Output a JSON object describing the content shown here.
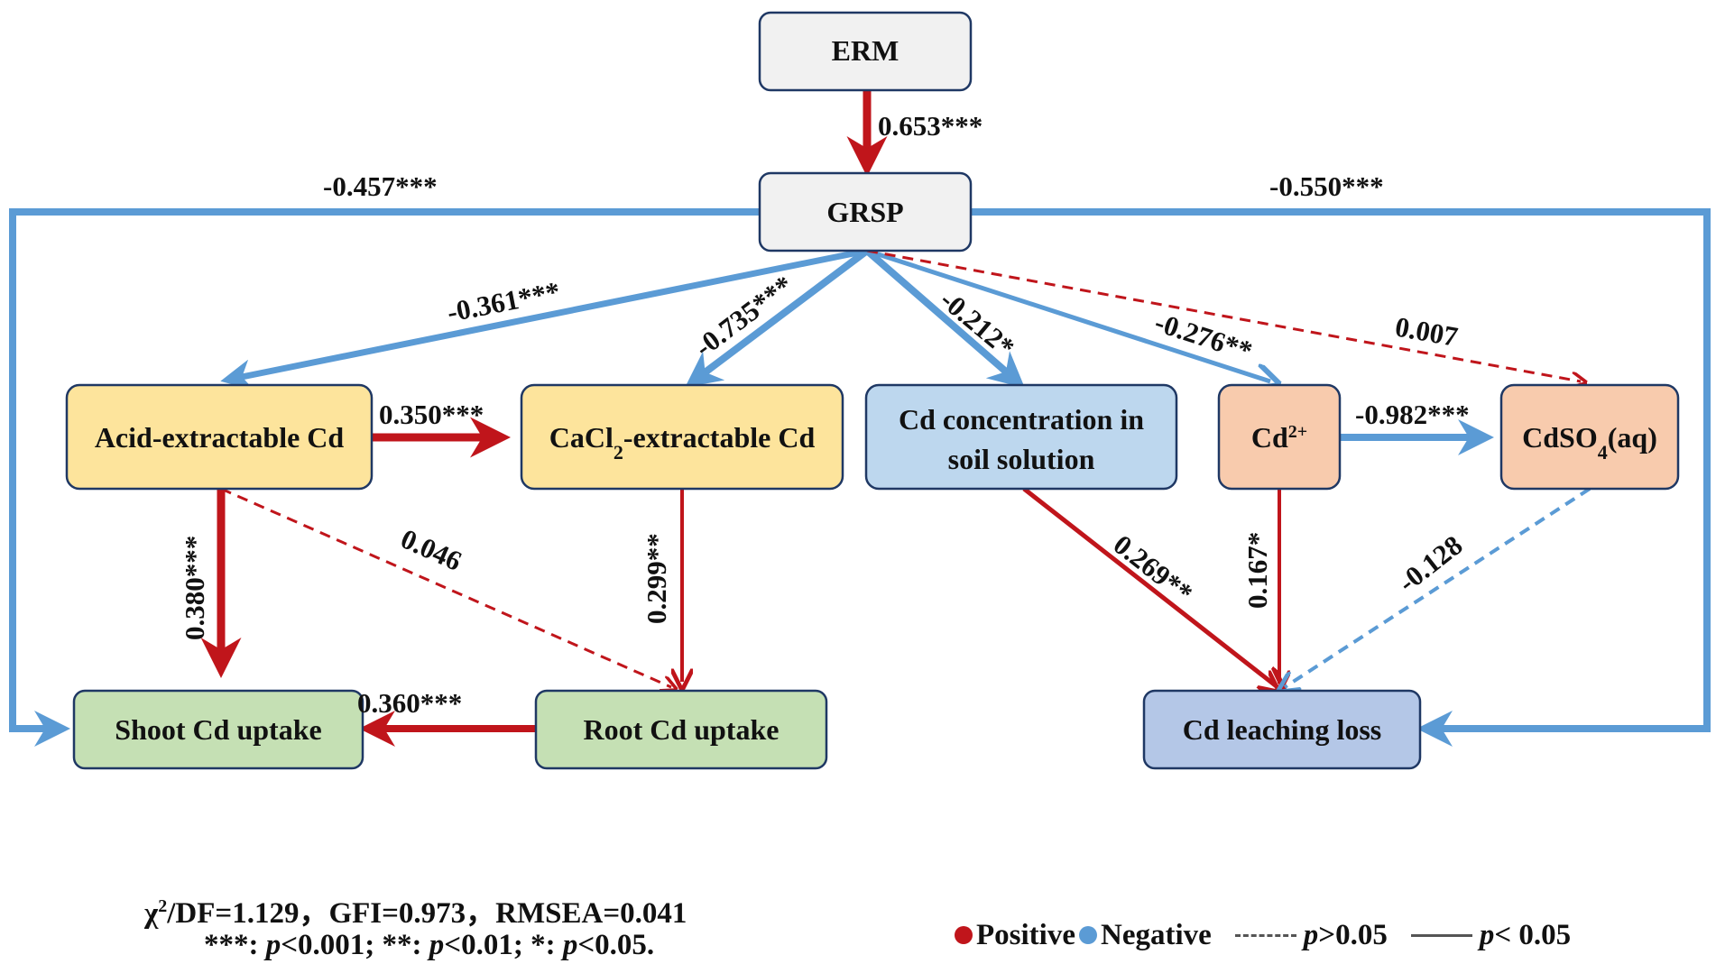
{
  "colors": {
    "positive": "#c0151b",
    "negative": "#5b9bd5",
    "box_gray": "#f1f1f1",
    "box_yellow": "#fde49c",
    "box_blue": "#bdd7ee",
    "box_orange": "#f8cbad",
    "box_green": "#c5e0b4",
    "box_leach": "#b4c7e7",
    "border": "#1f3864"
  },
  "nodes": {
    "erm": "ERM",
    "grsp": "GRSP",
    "acid": "Acid-extractable Cd",
    "cacl2_main": "CaCl",
    "cacl2_sub": "2",
    "cacl2_tail": "-extractable Cd",
    "soil_line1": "Cd concentration in",
    "soil_line2": "soil solution",
    "cd2_main": "Cd",
    "cd2_sup": "2+",
    "cdso4_main": "CdSO",
    "cdso4_sub": "4",
    "cdso4_tail": "(aq)",
    "shoot": "Shoot Cd uptake",
    "root": "Root Cd uptake",
    "leach": "Cd leaching loss"
  },
  "paths": [
    {
      "id": "erm_grsp",
      "label": "0.653***",
      "sign": "positive",
      "significant": true
    },
    {
      "id": "grsp_shoot",
      "label": "-0.457***",
      "sign": "negative",
      "significant": true
    },
    {
      "id": "grsp_leach",
      "label": "-0.550***",
      "sign": "negative",
      "significant": true
    },
    {
      "id": "grsp_acid",
      "label": "-0.361***",
      "sign": "negative",
      "significant": true
    },
    {
      "id": "grsp_cacl2",
      "label": "-0.735***",
      "sign": "negative",
      "significant": true
    },
    {
      "id": "grsp_soil",
      "label": "-0.212*",
      "sign": "negative",
      "significant": true
    },
    {
      "id": "grsp_cd2",
      "label": "-0.276**",
      "sign": "negative",
      "significant": true
    },
    {
      "id": "grsp_cdso4",
      "label": "0.007",
      "sign": "positive",
      "significant": false
    },
    {
      "id": "acid_cacl2",
      "label": "0.350***",
      "sign": "positive",
      "significant": true
    },
    {
      "id": "cd2_cdso4",
      "label": "-0.982***",
      "sign": "negative",
      "significant": true
    },
    {
      "id": "acid_shoot",
      "label": "0.380***",
      "sign": "positive",
      "significant": true
    },
    {
      "id": "acid_root",
      "label": "0.046",
      "sign": "positive",
      "significant": false
    },
    {
      "id": "cacl2_root",
      "label": "0.299**",
      "sign": "positive",
      "significant": true
    },
    {
      "id": "soil_leach",
      "label": "0.269**",
      "sign": "positive",
      "significant": true
    },
    {
      "id": "cd2_leach",
      "label": "0.167*",
      "sign": "positive",
      "significant": true
    },
    {
      "id": "cdso4_leach",
      "label": "-0.128",
      "sign": "negative",
      "significant": false
    },
    {
      "id": "root_shoot",
      "label": "0.360***",
      "sign": "positive",
      "significant": true
    }
  ],
  "fit": {
    "chi_prefix": "χ",
    "chi_sup": "2",
    "chi_rest": "/DF=1.129，GFI=0.973，RMSEA=0.041",
    "sig_line": {
      "p1_stars": "***: ",
      "p1_p": "p",
      "p1_val": "<0.001; ",
      "p2_stars": "**: ",
      "p2_p": "p",
      "p2_val": "<0.01; ",
      "p3_stars": "*: ",
      "p3_p": "p",
      "p3_val": "<0.05."
    }
  },
  "legend": {
    "positive": "Positive",
    "negative": "Negative",
    "dashed_p": "p",
    "dashed_val": " >0.05",
    "solid_p": "p",
    "solid_val": " < 0.05"
  }
}
